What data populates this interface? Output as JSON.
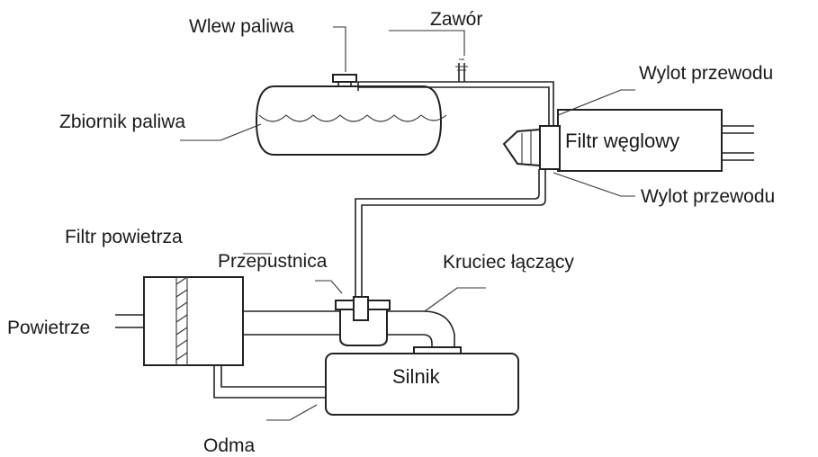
{
  "labels": {
    "fuel_inlet": "Wlew paliwa",
    "valve": "Zawór",
    "outlet_top": "Wylot przewodu",
    "fuel_tank": "Zbiornik paliwa",
    "carbon_filter": "Filtr węglowy",
    "outlet_bottom": "Wylot przewodu",
    "air_filter": "Filtr powietrza",
    "throttle": "Przepustnica",
    "connector": "Kruciec łączący",
    "air": "Powietrze",
    "engine": "Silnik",
    "breather": "Odma"
  },
  "colors": {
    "stroke": "#222222",
    "text": "#1a1a1a",
    "background": "#ffffff"
  }
}
